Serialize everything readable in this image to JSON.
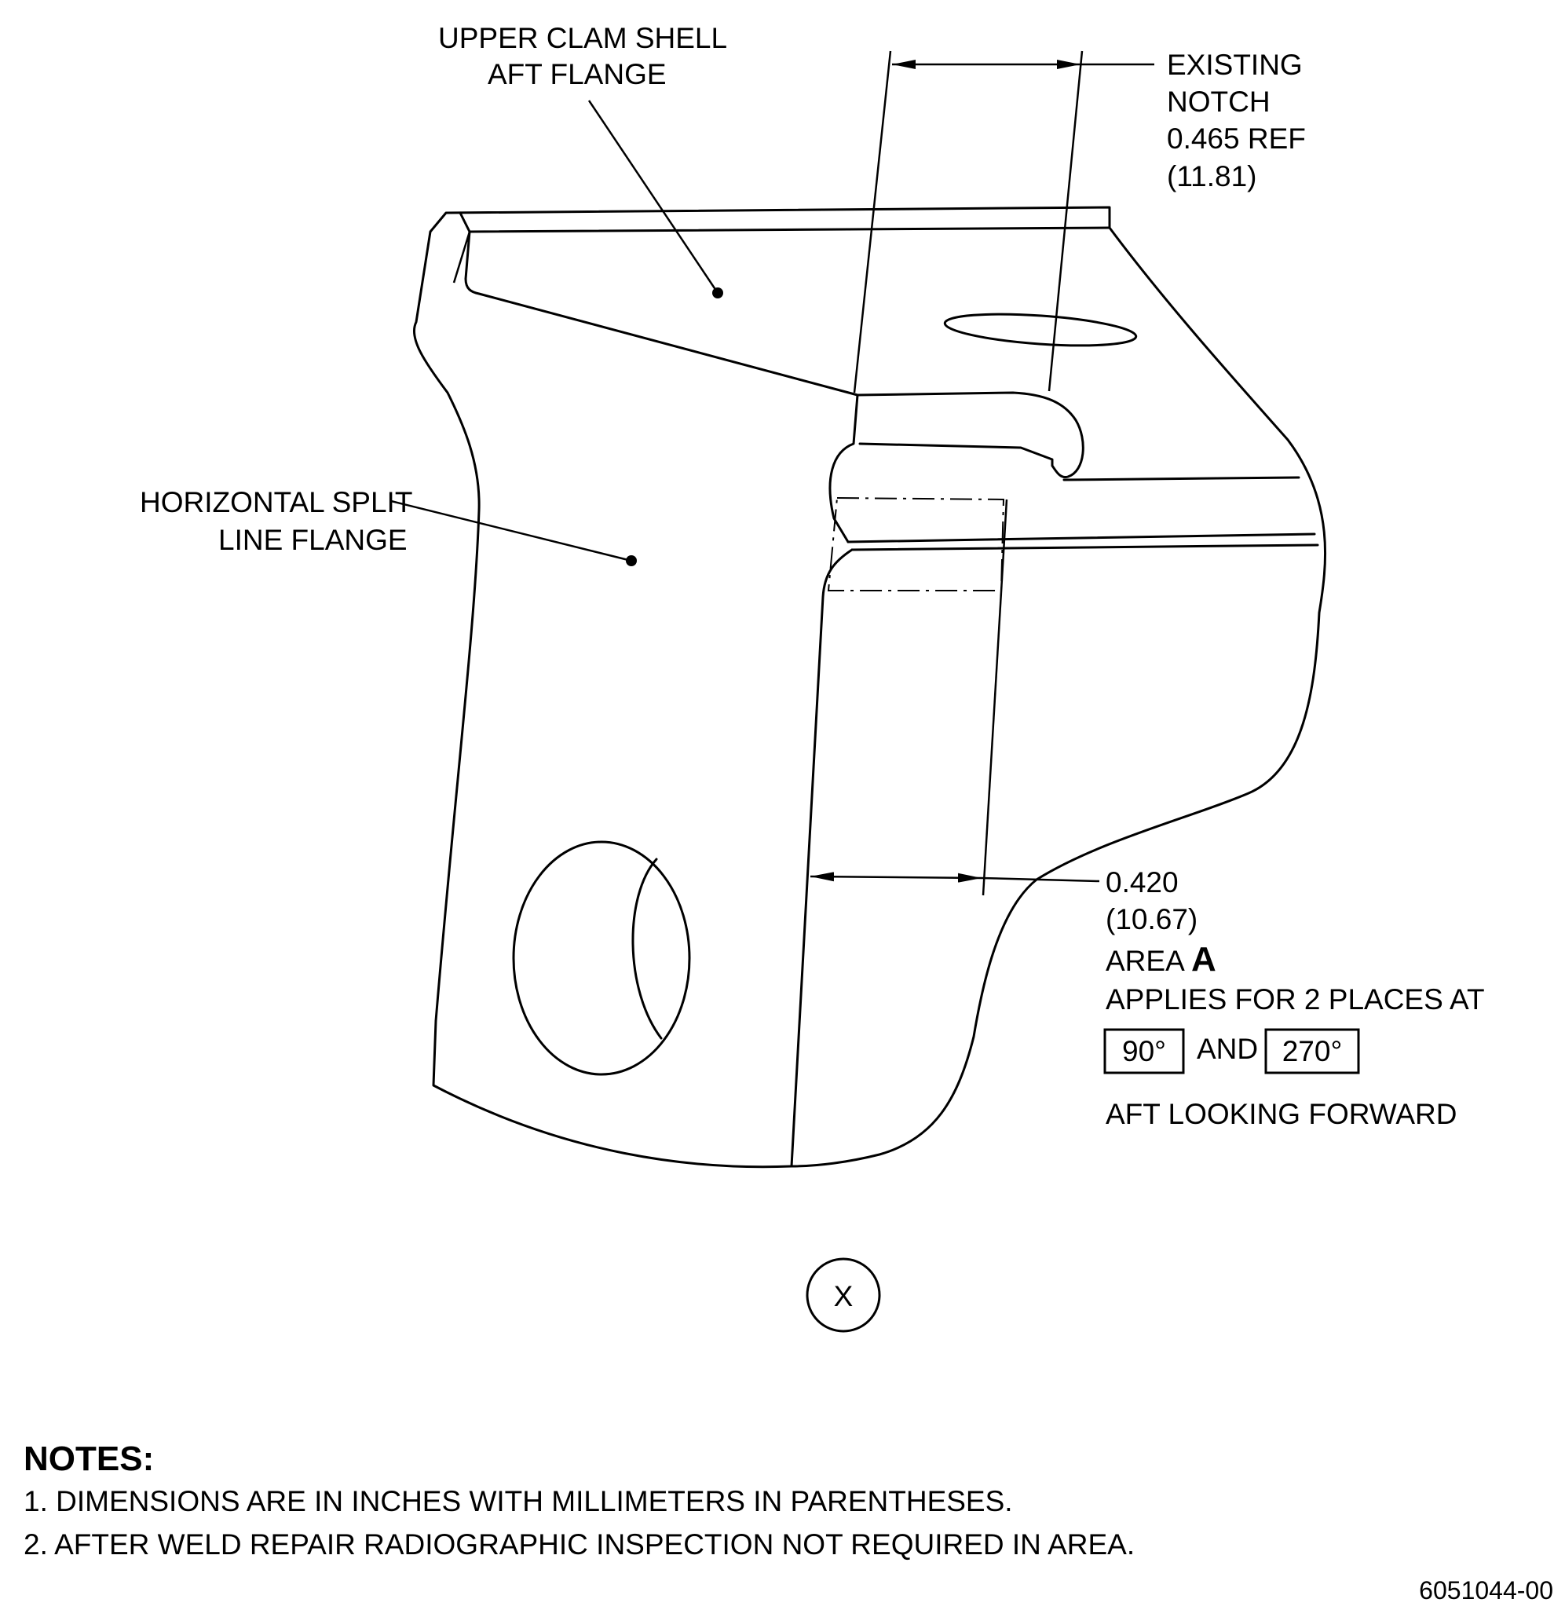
{
  "labels": {
    "upper_clam_line1": "UPPER CLAM SHELL",
    "upper_clam_line2": "AFT FLANGE",
    "notch_line1": "EXISTING",
    "notch_line2": "NOTCH",
    "notch_line3": "0.465 REF",
    "notch_line4": "(11.81)",
    "split_line1": "HORIZONTAL SPLIT",
    "split_line2": "LINE FLANGE",
    "dim_in": "0.420",
    "dim_mm": "(10.67)",
    "area_prefix": "AREA",
    "area_letter": "A",
    "applies_line": "APPLIES FOR 2 PLACES AT",
    "angle_1": "90°",
    "and_word": "AND",
    "angle_2": "270°",
    "aft_looking": "AFT LOOKING FORWARD",
    "view_letter": "X"
  },
  "notes": {
    "title": "NOTES:",
    "items": [
      "1. DIMENSIONS ARE IN INCHES WITH MILLIMETERS IN PARENTHESES.",
      "2. AFTER WELD REPAIR RADIOGRAPHIC INSPECTION NOT REQUIRED IN AREA."
    ]
  },
  "drawing_number": "6051044-00"
}
